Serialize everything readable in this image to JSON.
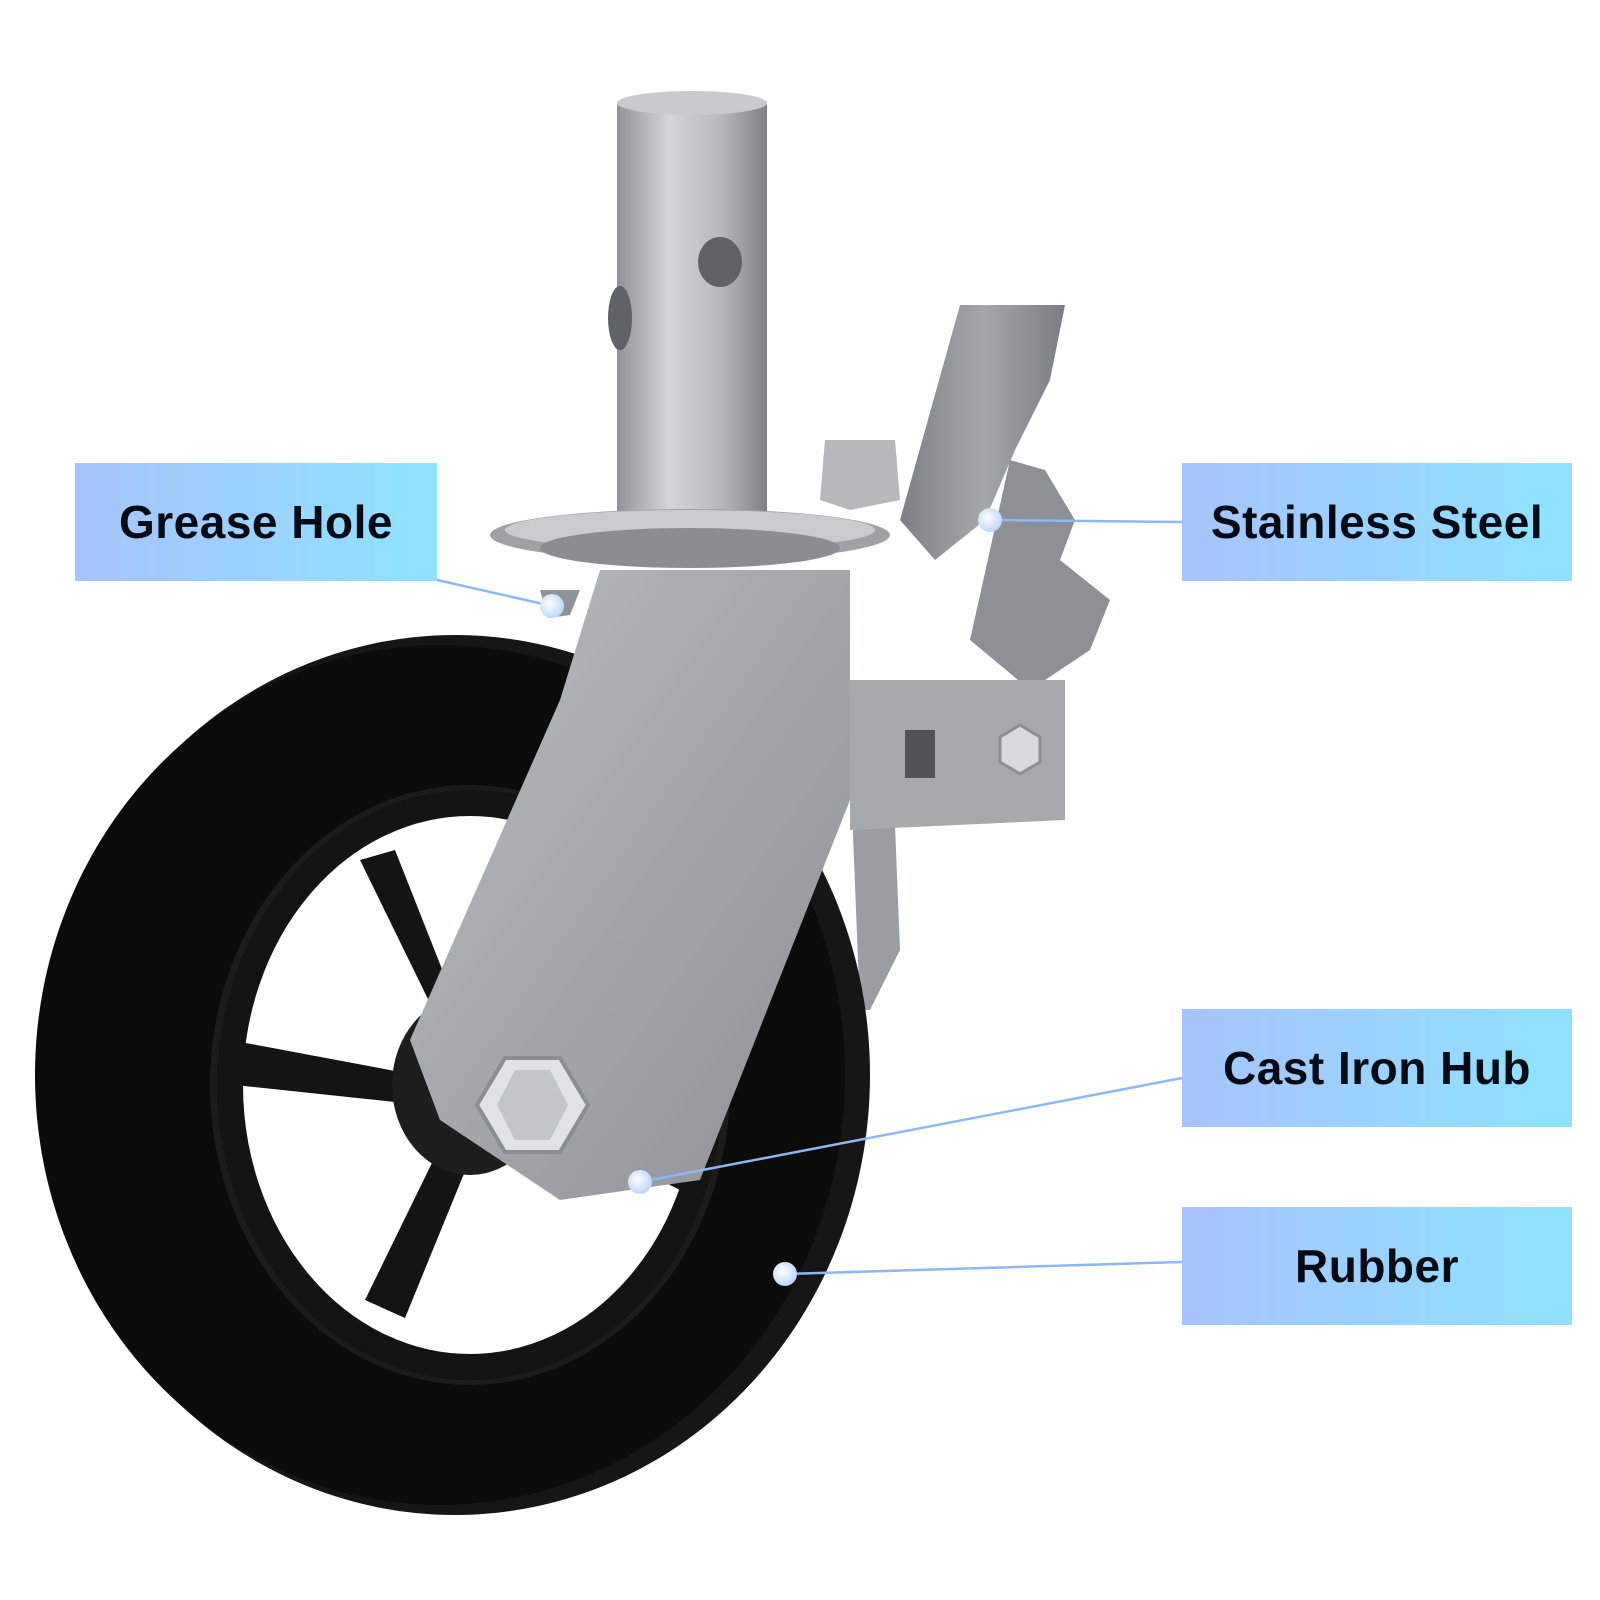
{
  "callouts": {
    "grease_hole": "Grease Hole",
    "stainless_steel": "Stainless Steel",
    "cast_iron_hub": "Cast Iron Hub",
    "rubber": "Rubber"
  },
  "colors": {
    "callout_gradient_start": "#a7c3fb",
    "callout_gradient_end": "#8ee3ff",
    "leader_line": "#8fb6f5",
    "leader_dot": "#cfe3ff",
    "rubber_tire": "#111111",
    "galvanized_steel": "#a9acaf"
  },
  "icons": {
    "product": "scaffold-caster-wheel-illustration"
  }
}
